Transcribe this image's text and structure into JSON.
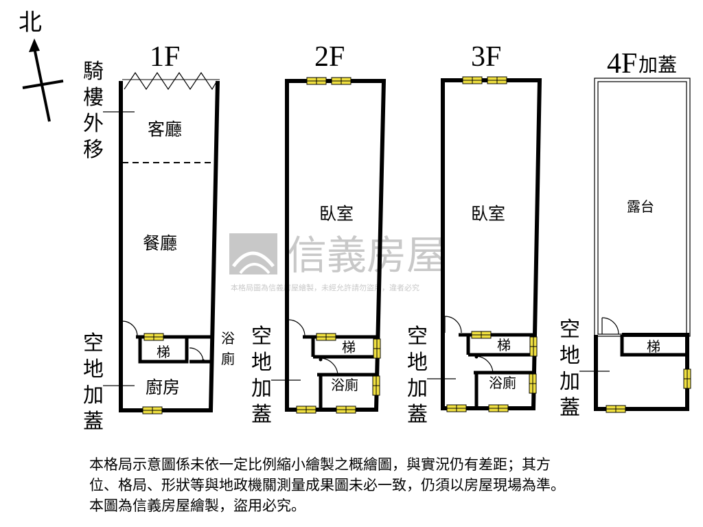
{
  "compass": {
    "north": "北"
  },
  "floors": {
    "f1": {
      "label": "1F",
      "arcade_note": [
        "騎",
        "樓",
        "外",
        "移"
      ],
      "rooms": {
        "living": "客廳",
        "dining": "餐廳",
        "stairs": "梯",
        "bath": [
          "浴",
          "廁"
        ],
        "kitchen": "廚房"
      },
      "side_note": [
        "空",
        "地",
        "加",
        "蓋"
      ]
    },
    "f2": {
      "label": "2F",
      "rooms": {
        "bedroom": "臥室",
        "stairs": "梯",
        "bath": "浴廁"
      },
      "side_note": [
        "空",
        "地",
        "加",
        "蓋"
      ]
    },
    "f3": {
      "label": "3F",
      "rooms": {
        "bedroom": "臥室",
        "stairs": "梯",
        "bath": "浴廁"
      },
      "side_note": [
        "空",
        "地",
        "加",
        "蓋"
      ]
    },
    "f4": {
      "label": "4F",
      "label_suffix": "加蓋",
      "rooms": {
        "terrace": "露台",
        "stairs": "梯"
      },
      "side_note": [
        "空",
        "地",
        "加",
        "蓋"
      ]
    }
  },
  "watermark": {
    "brand": "信義房屋",
    "notice": "本格局圖為信義房屋繪製，未經允許請勿盜用，違者必究"
  },
  "notes": [
    "本格局示意圖係未依一定比例縮小繪製之概繪圖，與實況仍有差距；其方",
    "位、格局、形狀等與地政機關測量成果圖未必一致，仍須以房屋現場為準。",
    "本圖為信義房屋繪製，盜用必究。"
  ],
  "colors": {
    "wall": "#000000",
    "window": "#f0e040",
    "watermark": "#c8c8c8"
  }
}
